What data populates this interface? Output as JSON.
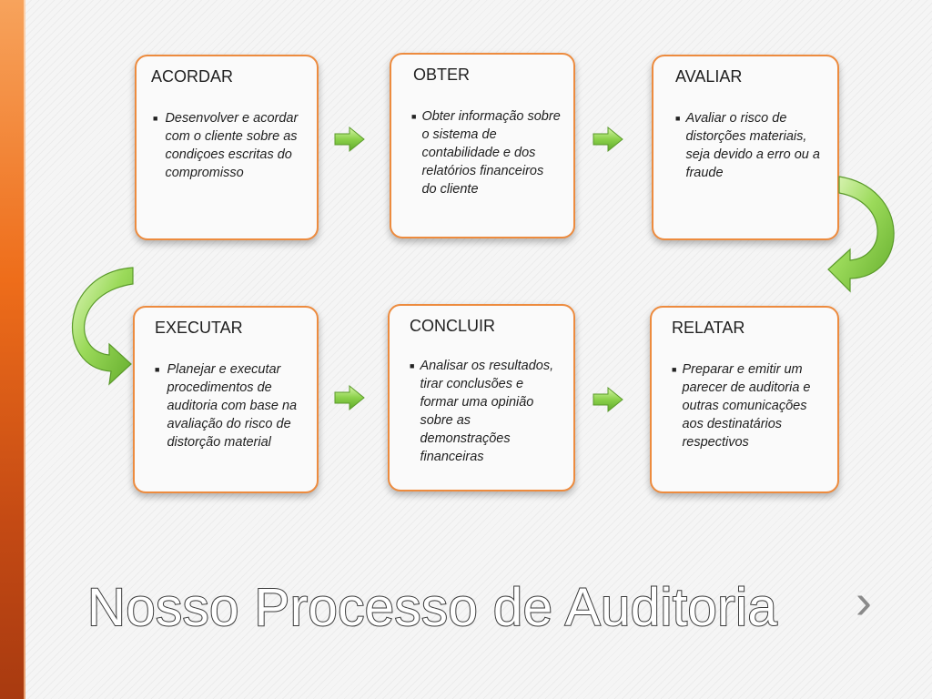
{
  "slide": {
    "title": "Nosso Processo de Auditoria",
    "next_glyph": "›"
  },
  "steps": [
    {
      "title": "ACORDAR",
      "text": "Desenvolver e acordar com o cliente  sobre as condiçoes escritas do compromisso"
    },
    {
      "title": "OBTER",
      "text": "Obter informação sobre o sistema de contabilidade e dos relatórios financeiros do cliente"
    },
    {
      "title": "AVALIAR",
      "text": "Avaliar o risco de distorções materiais, seja devido a erro ou a fraude"
    },
    {
      "title": "EXECUTAR",
      "text": "Planejar e executar procedimentos de auditoria com base na avaliação  do risco de distorção material"
    },
    {
      "title": "CONCLUIR",
      "text": "Analisar os resultados, tirar conclusões e formar uma opinião sobre as demonstrações financeiras"
    },
    {
      "title": "RELATAR",
      "text": "Preparar e emitir um parecer de auditoria e outras comunicações aos destinatários respectivos"
    }
  ],
  "colors": {
    "box_border": "#ed8b3e",
    "arrow_green": "#8bd14a",
    "accent_orange": "#ee6d1a"
  },
  "icons": {
    "flow_arrow": "right-arrow-icon",
    "curve_arrow": "curved-arrow-icon",
    "bullet": "square-bullet"
  }
}
